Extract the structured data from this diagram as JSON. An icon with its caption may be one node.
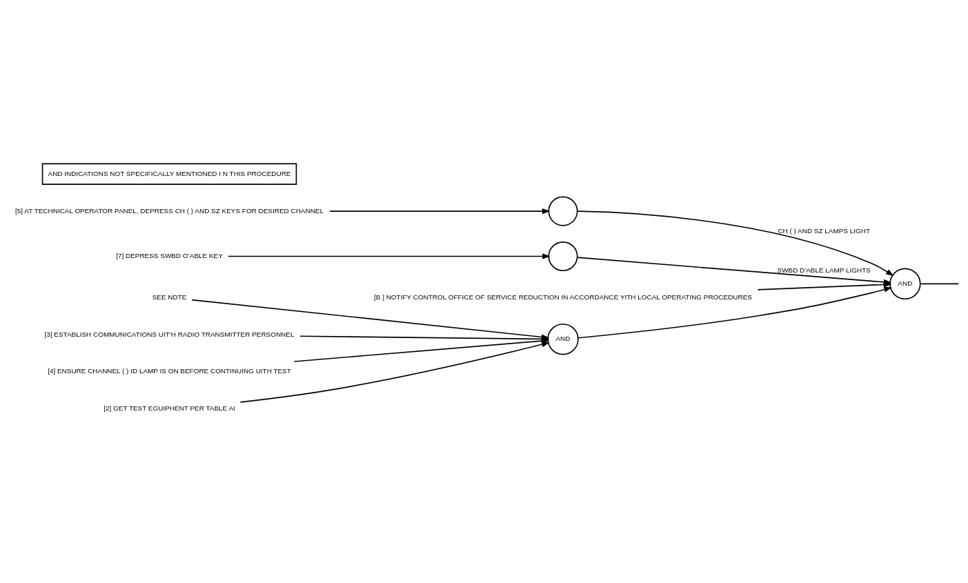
{
  "diagram": {
    "nodes": [
      {
        "text": [
          "SEE NDTE"
        ]
      },
      {
        "text": [
          "[2] GET TEST EGUIPHENT PER TABLE AI"
        ]
      },
      {
        "text": [
          "[3] ESTABLISH COMMUNICATIONS UIT'H RADIO TRANSMITTER PERSONNEL"
        ]
      },
      {
        "text": [
          "[4] ENSURE CHANNEL ( ) ID LAMP IS ON BEFORE CONTINUING UITH TEST"
        ]
      },
      {
        "text": [
          "AND"
        ]
      },
      {
        "text": [
          "AND INDICATIONS NOT SPECIFICALLY MENTIONED I N THIS PROCEDURE"
        ]
      },
      {
        "text": [
          "[5] AT TECHNICAL OPERATOR PANEL, DEPRESS CH ( ) AND SZ KEYS FOR DESIRED CHANNEL"
        ]
      },
      {
        "text": [],
        "shape": "circle"
      },
      {
        "text": [
          "[B ] NOTIFY CONTROL OFFICE OF SERVICE REDUCTION IN ACCORDANCE YITH LOCAL OPERATING PROCEDURES"
        ]
      },
      {
        "text": [
          "[7] DEPRESS SWBD O’ABLE KEY"
        ]
      },
      {
        "text": [],
        "shape": "circle"
      },
      {
        "text": [
          "AND"
        ]
      }
    ],
    "edges": [
      {
        "from": 0,
        "to": 4,
        "arrow": "to"
      },
      {
        "from": 1,
        "to": 4,
        "arrow": "to"
      },
      {
        "from": 2,
        "to": 4,
        "arrow": "to"
      },
      {
        "from": 3,
        "to": 4,
        "arrow": "to"
      },
      {
        "from": 6,
        "to": 7,
        "arrow": "to"
      },
      {
        "from": 7,
        "to": 11,
        "arrow": "to",
        "label": "CH ( ) AND SZ LAMPS LIGHT"
      },
      {
        "from": 9,
        "to": 10,
        "arrow": "to"
      },
      {
        "from": 10,
        "to": 11,
        "arrow": "to",
        "label": "SWBD D'ABLE LAMP LIGHTS"
      },
      {
        "from": 4,
        "to": 11,
        "arrow": "to"
      },
      {
        "from": 8,
        "to": 11,
        "arrow": "to"
      },
      {
        "from": 11,
        "to": null,
        "arrow": "none"
      }
    ]
  }
}
